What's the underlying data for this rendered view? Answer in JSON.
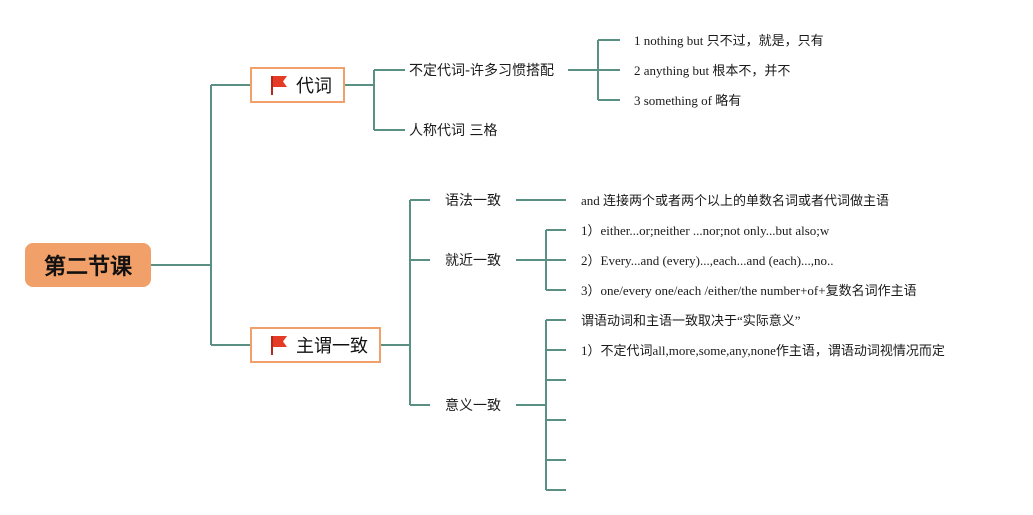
{
  "root": {
    "title": "第二节课"
  },
  "branches": {
    "pronoun": {
      "label": "代词",
      "flag_icon": "red-flag-icon",
      "children": {
        "indefinite": {
          "label": "不定代词-许多习惯搭配",
          "items": [
            "1 nothing but 只不过，就是，只有",
            "2 anything but 根本不，并不",
            "3 something of 略有"
          ]
        },
        "personal": {
          "label": "人称代词 三格"
        }
      }
    },
    "agreement": {
      "label": "主谓一致",
      "flag_icon": "red-flag-icon",
      "children": {
        "grammatical": {
          "label": "语法一致",
          "items": [
            "and 连接两个或者两个以上的单数名词或者代词做主语"
          ]
        },
        "proximity": {
          "label": "就近一致",
          "items": [
            "1）either...or;neither ...nor;not only...but also;w",
            "2）Every...and (every)...,each...and (each)...,no..",
            "3）one/every one/each /either/the number+of+复数名词作主语"
          ]
        },
        "notional": {
          "label": "意义一致",
          "items": [
            "谓语动词和主语一致取决于“实际意义”",
            "1）不定代词all,more,some,any,none作主语，谓语动词视情况而定",
            "",
            "",
            "",
            "",
            ""
          ]
        }
      }
    }
  },
  "colors": {
    "connector": "#5a8f84",
    "root_fill": "#f0a068",
    "branch_border": "#f0a068",
    "flag": "#e53a24"
  }
}
